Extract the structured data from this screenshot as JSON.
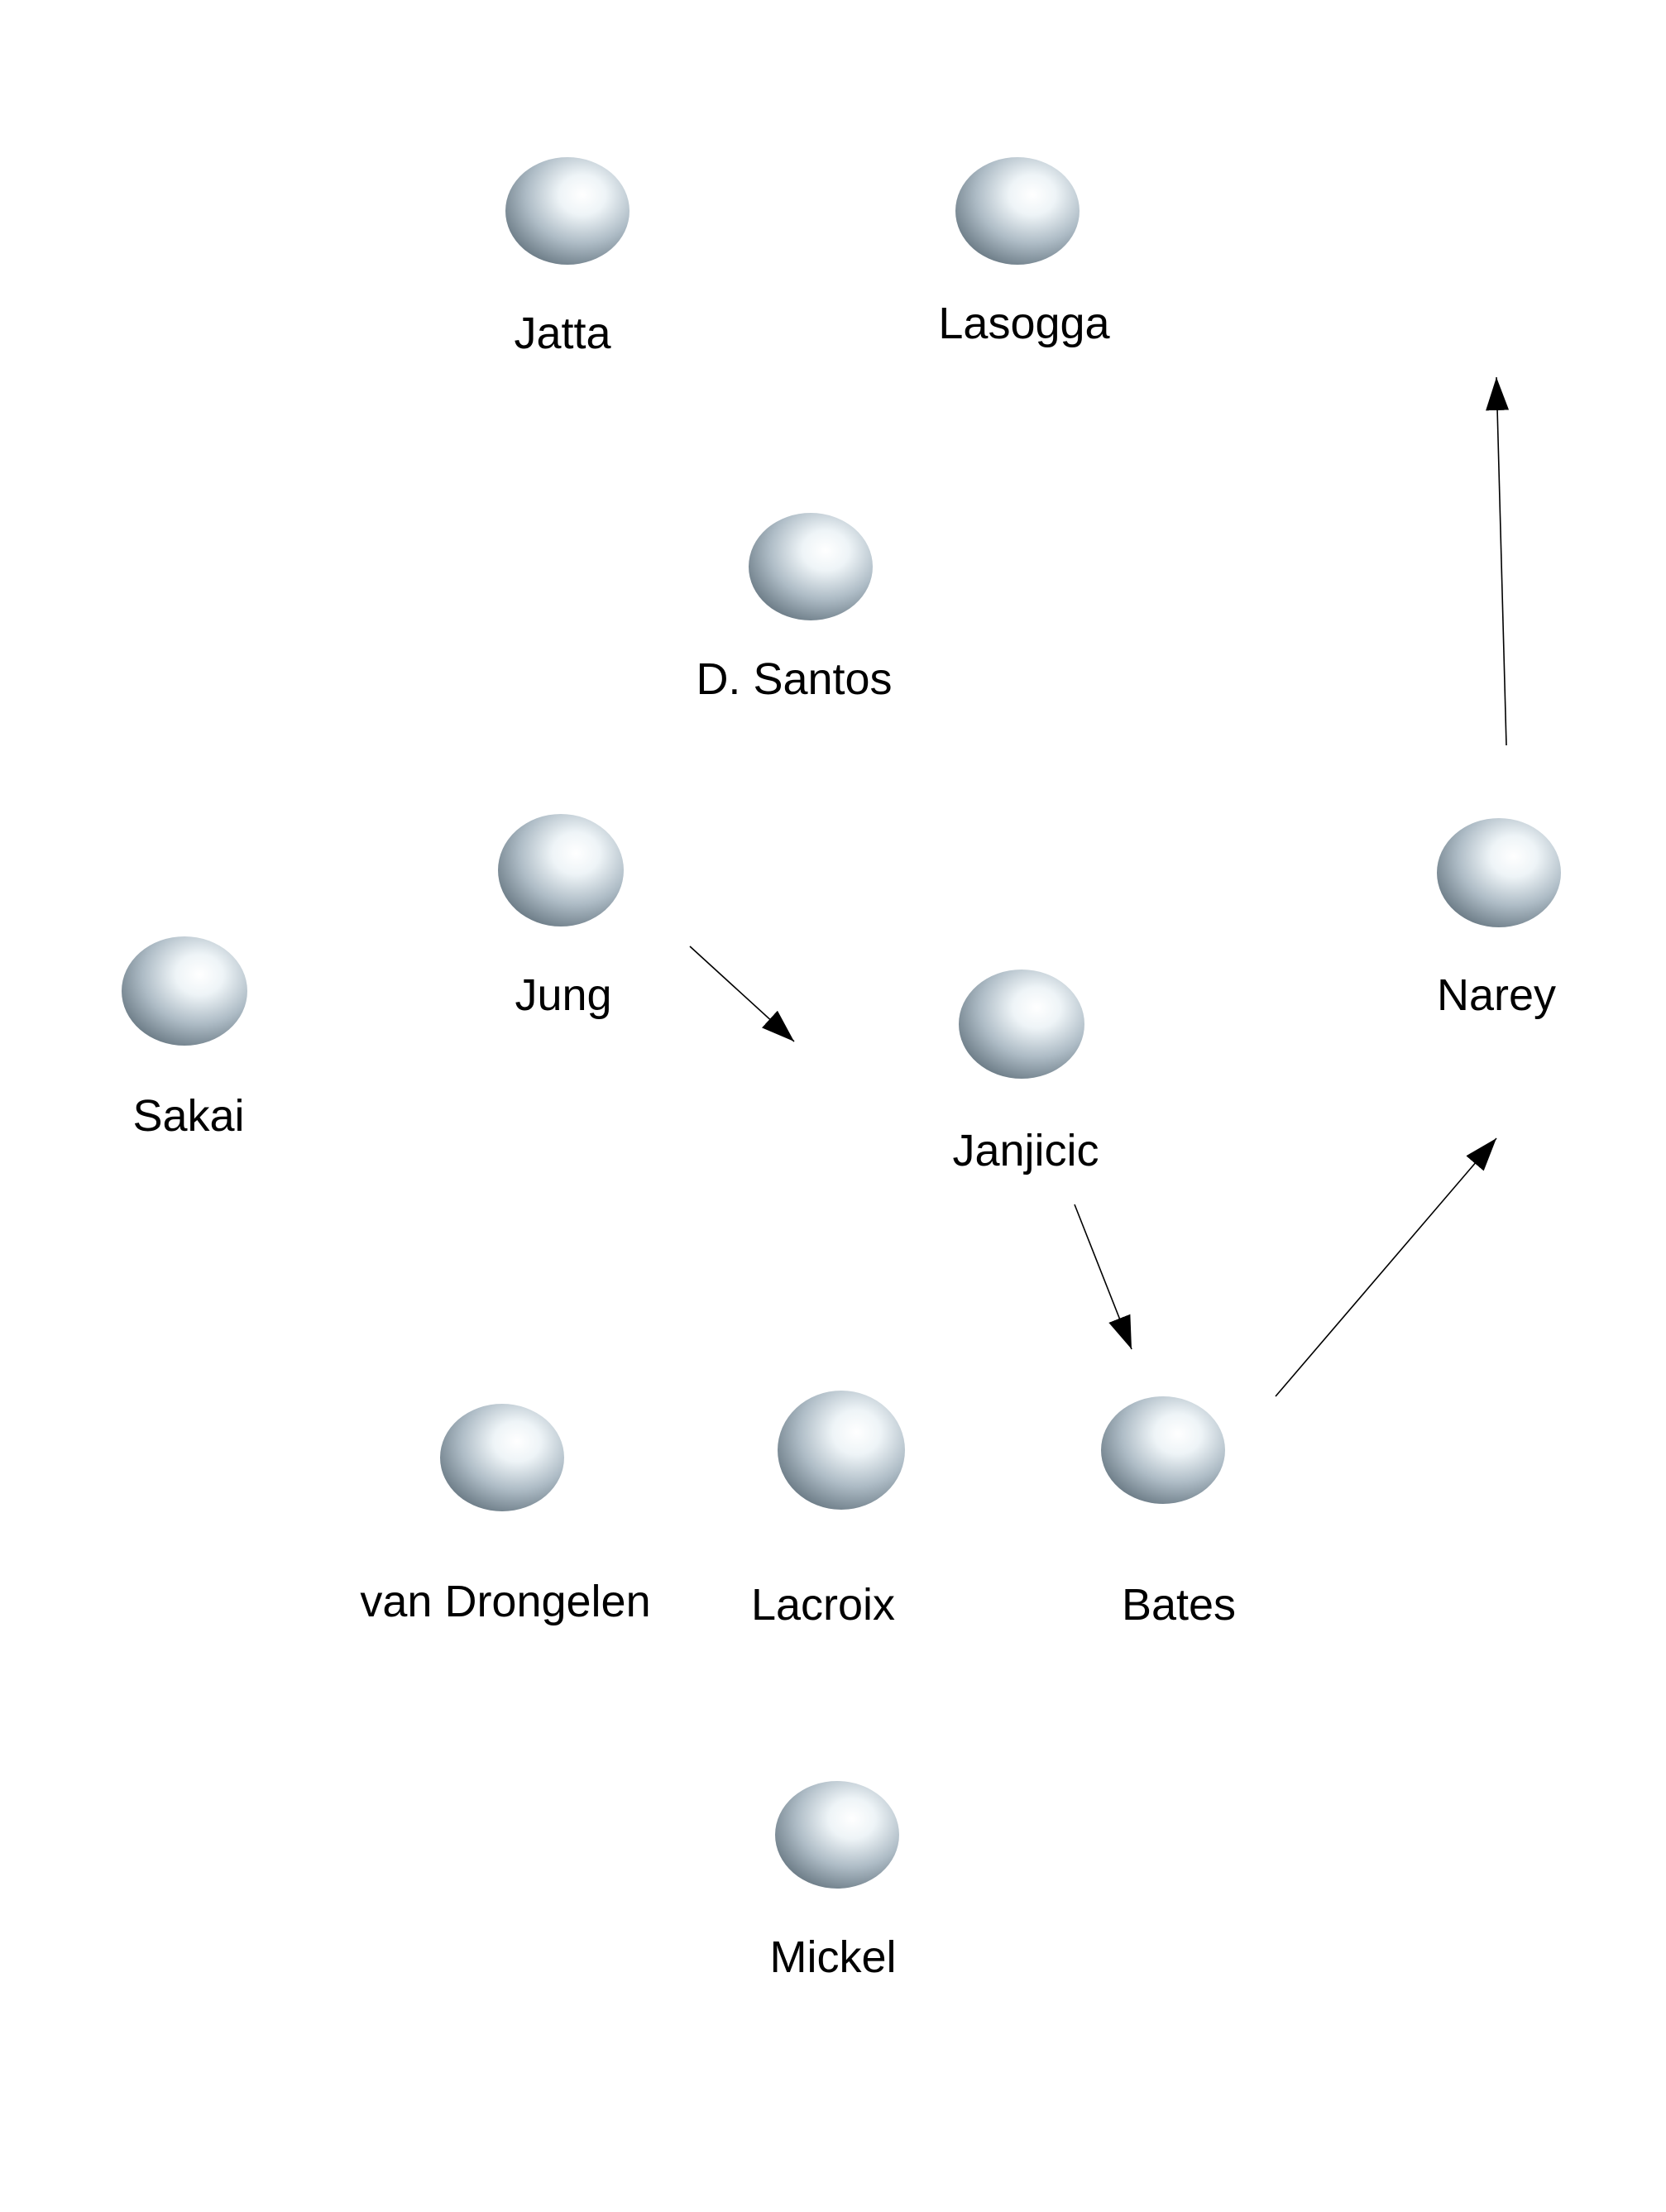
{
  "players": [
    {
      "name": "Jatta"
    },
    {
      "name": "Lasogga"
    },
    {
      "name": "D. Santos"
    },
    {
      "name": "Jung"
    },
    {
      "name": "Sakai"
    },
    {
      "name": "Janjicic"
    },
    {
      "name": "Narey"
    },
    {
      "name": "van Drongelen"
    },
    {
      "name": "Lacroix"
    },
    {
      "name": "Bates"
    },
    {
      "name": "Mickel"
    }
  ],
  "arrows": [
    {
      "from": "Jung",
      "to": "Janjicic"
    },
    {
      "from": "Janjicic",
      "to": "Bates"
    },
    {
      "from": "Bates",
      "to": "Narey"
    },
    {
      "from": "Narey",
      "to": "forward"
    }
  ],
  "colors": {
    "background": "#ffffff",
    "sphere_light": "#ffffff",
    "sphere_dark": "#5f6f7a",
    "arrow": "#000000"
  }
}
